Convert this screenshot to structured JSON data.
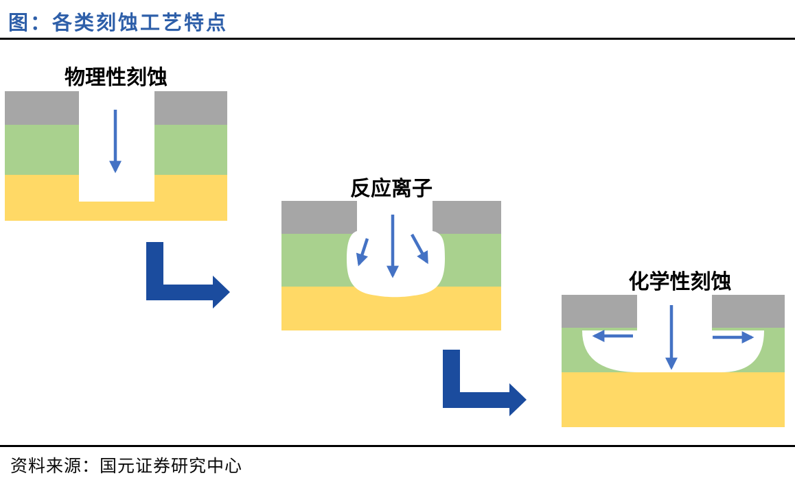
{
  "figure": {
    "title": "图：各类刻蚀工艺特点",
    "source": "资料来源：国元证券研究中心"
  },
  "steps": [
    {
      "label": "物理性刻蚀"
    },
    {
      "label": "反应离子"
    },
    {
      "label": "化学性刻蚀"
    }
  ],
  "colors": {
    "title_blue": "#2E5FA9",
    "mask_gray": "#A6A6A6",
    "film_green": "#A9D18E",
    "substrate_yellow": "#FFD966",
    "etch_white": "#FFFFFF",
    "arrow_blue": "#4472C4",
    "elbow_blue": "#1B4C9E",
    "rule_black": "#000000"
  }
}
